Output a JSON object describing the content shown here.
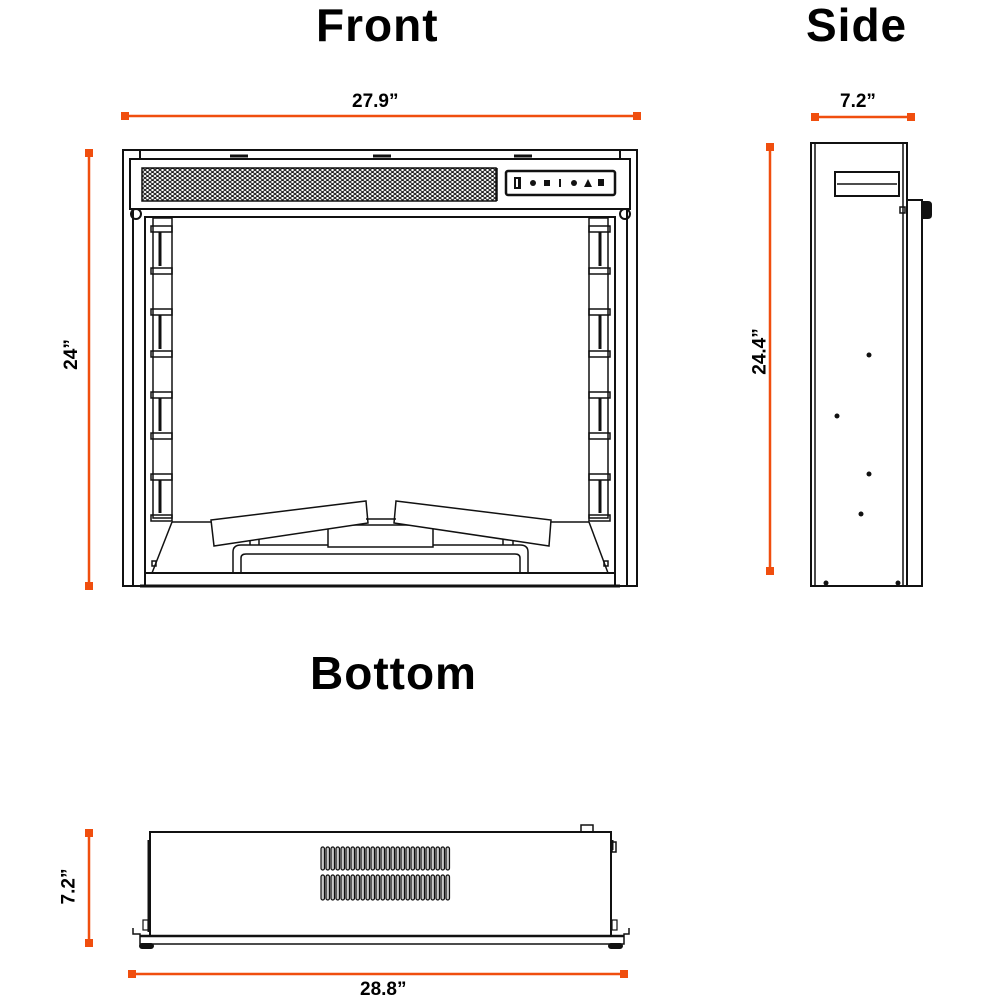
{
  "colors": {
    "dimension_line": "#f04e0e",
    "outline": "#111111",
    "background": "#ffffff"
  },
  "views": {
    "front": {
      "title": "Front",
      "width_label": "27.9”",
      "height_label": "24”",
      "control_panel_icons": [
        "panel-switch-icon",
        "power-icon",
        "flame-icon",
        "temperature-icon",
        "timer-icon",
        "brightness-icon",
        "color-icon"
      ]
    },
    "side": {
      "title": "Side",
      "depth_label": "7.2”",
      "height_label": "24.4”"
    },
    "bottom": {
      "title": "Bottom",
      "width_label": "28.8”",
      "depth_label": "7.2”"
    }
  },
  "dimensions": {
    "front_width_in": 27.9,
    "front_height_in": 24,
    "side_depth_in": 7.2,
    "side_height_in": 24.4,
    "bottom_width_in": 28.8,
    "bottom_depth_in": 7.2
  }
}
